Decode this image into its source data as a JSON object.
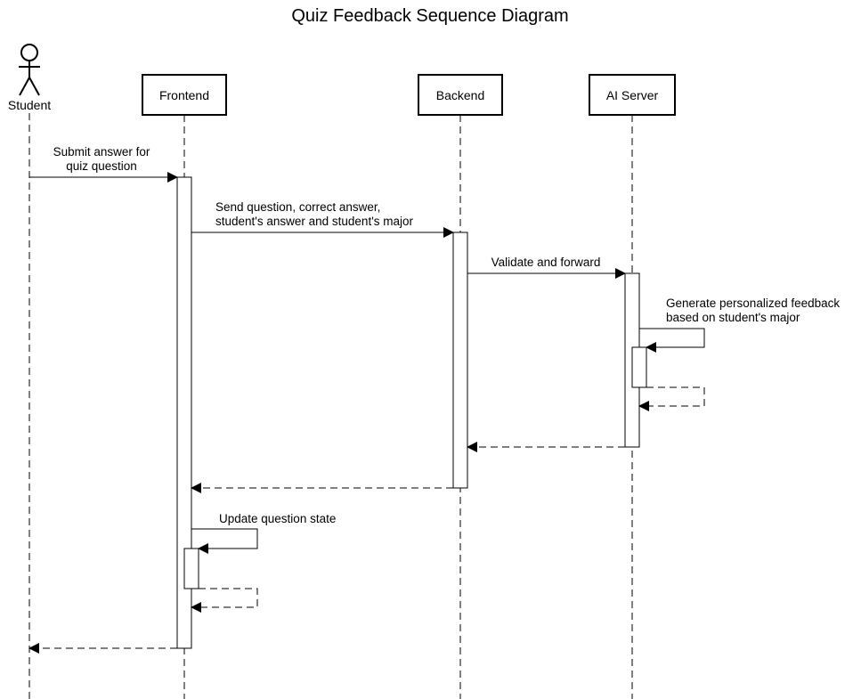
{
  "title": "Quiz Feedback Sequence Diagram",
  "participants": {
    "student": "Student",
    "frontend": "Frontend",
    "backend": "Backend",
    "ai_server": "AI Server"
  },
  "messages": {
    "submit": [
      "Submit answer for",
      "quiz question"
    ],
    "send": [
      "Send question, correct answer,",
      "student's answer and student's major"
    ],
    "validate": "Validate and forward",
    "generate": [
      "Generate personalized feedback",
      "based on student's major"
    ],
    "update": "Update question state"
  }
}
